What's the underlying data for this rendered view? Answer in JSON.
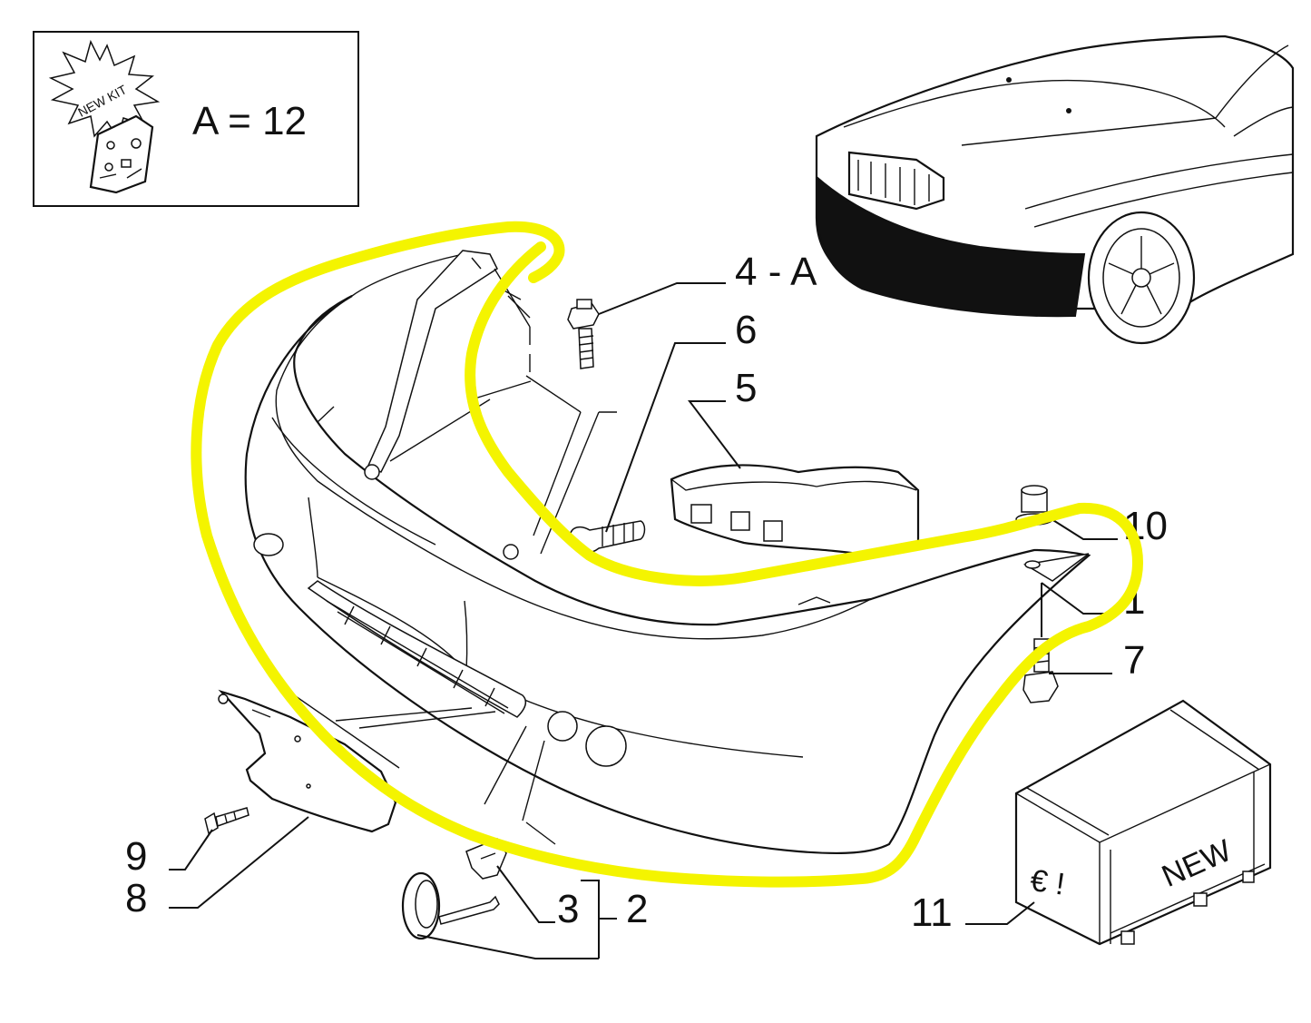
{
  "kit": {
    "badge_text": "NEW KIT",
    "label": "A = 12"
  },
  "callouts": {
    "c4a": "4 - A",
    "c6": "6",
    "c5": "5",
    "c10": "10",
    "c1": "1",
    "c7": "7",
    "c9": "9",
    "c8": "8",
    "c3": "3",
    "c2": "2",
    "c11": "11"
  },
  "crate": {
    "euro_text": "€ !",
    "new_text": "NEW"
  },
  "colors": {
    "highlight": "#f4f400",
    "ink": "#111111",
    "background": "#ffffff"
  }
}
